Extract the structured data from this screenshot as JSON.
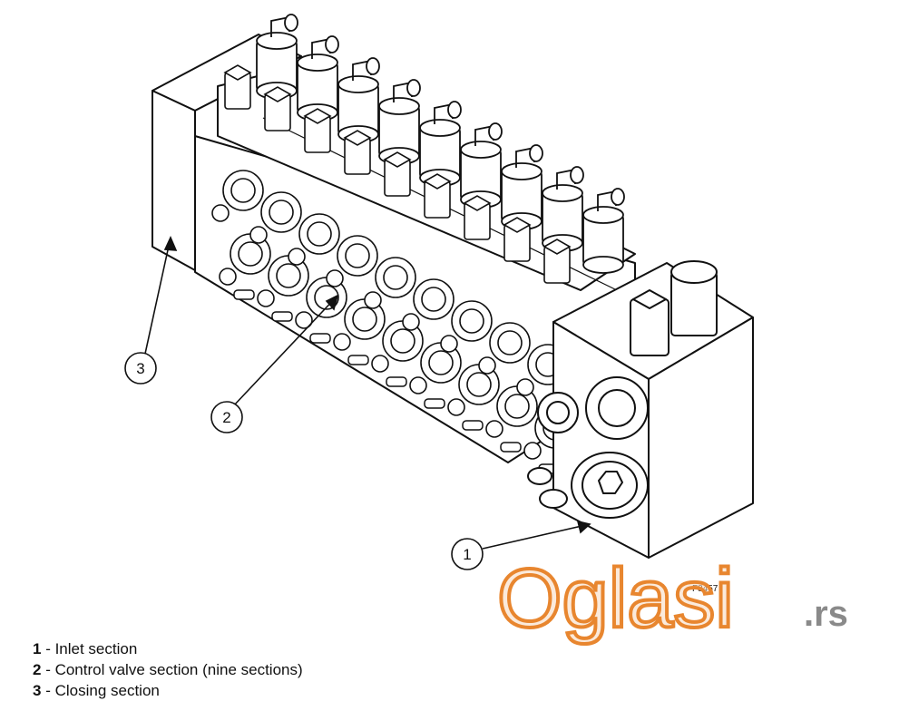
{
  "figure": {
    "callouts": [
      {
        "number": "1"
      },
      {
        "number": "2"
      },
      {
        "number": "3"
      }
    ],
    "drawing_ref": "F8457"
  },
  "legend": [
    {
      "number": "1",
      "separator": " - ",
      "text": "Inlet section"
    },
    {
      "number": "2",
      "separator": " - ",
      "text": "Control valve section (nine sections)"
    },
    {
      "number": "3",
      "separator": " - ",
      "text": "Closing section"
    }
  ],
  "watermark": {
    "brand": "Oglasi",
    "tld": ".rs",
    "brand_color": "#e8862f",
    "tld_color": "#8a8a8a"
  }
}
